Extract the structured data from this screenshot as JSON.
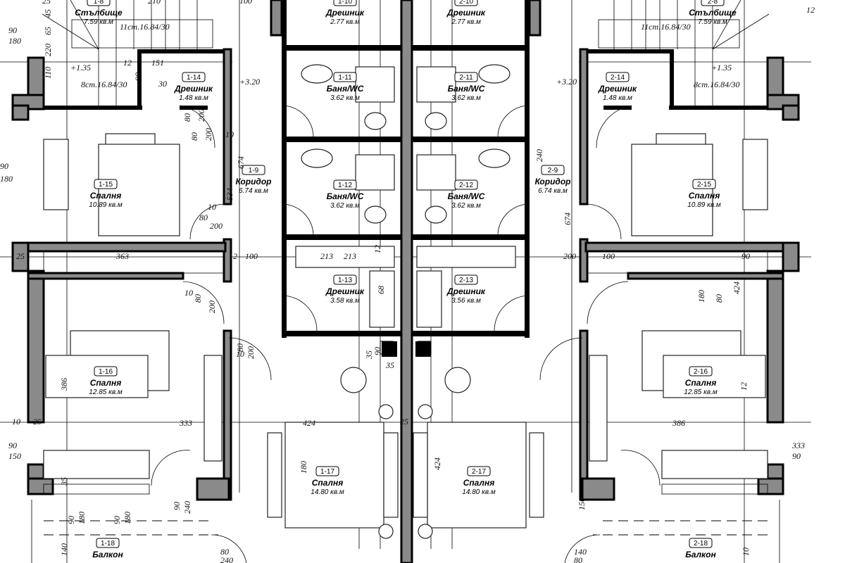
{
  "plan": {
    "rooms": [
      {
        "id": "1-8",
        "name": "Стълбище",
        "area": "7.59 кв.м"
      },
      {
        "id": "1-14",
        "name": "Дрешник",
        "area": "1.48 кв.м"
      },
      {
        "id": "1-9",
        "name": "Коридор",
        "area": "6.74 кв.м"
      },
      {
        "id": "1-10",
        "name": "Дрешник",
        "area": "2.77 кв.м"
      },
      {
        "id": "1-11",
        "name": "Баня/WC",
        "area": "3.62 кв.м"
      },
      {
        "id": "1-12",
        "name": "Баня/WC",
        "area": "3.62 кв.м"
      },
      {
        "id": "1-13",
        "name": "Дрешник",
        "area": "3.58 кв.м"
      },
      {
        "id": "1-15",
        "name": "Спалня",
        "area": "10.89 кв.м"
      },
      {
        "id": "1-16",
        "name": "Спалня",
        "area": "12.85 кв.м"
      },
      {
        "id": "1-17",
        "name": "Спалня",
        "area": "14.80 кв.м"
      },
      {
        "id": "1-18",
        "name": "Балкон",
        "area": ""
      },
      {
        "id": "2-8",
        "name": "Стълбище",
        "area": "7.59 кв.м"
      },
      {
        "id": "2-14",
        "name": "Дрешник",
        "area": "1.48 кв.м"
      },
      {
        "id": "2-9",
        "name": "Коридор",
        "area": "6.74 кв.м"
      },
      {
        "id": "2-10",
        "name": "Дрешник",
        "area": "2.77 кв.м"
      },
      {
        "id": "2-11",
        "name": "Баня/WC",
        "area": "3.62 кв.м"
      },
      {
        "id": "2-12",
        "name": "Баня/WC",
        "area": "3.62 кв.м"
      },
      {
        "id": "2-13",
        "name": "Дрешник",
        "area": "3.56 кв.м"
      },
      {
        "id": "2-15",
        "name": "Спалня",
        "area": "10.89 кв.м"
      },
      {
        "id": "2-16",
        "name": "Спалня",
        "area": "12.85 кв.м"
      },
      {
        "id": "2-17",
        "name": "Спалня",
        "area": "14.80 кв.м"
      },
      {
        "id": "2-18",
        "name": "Балкон",
        "area": ""
      }
    ],
    "notes": [
      "11ст.16.84/30",
      "8ст.16.84/30",
      "+1.35",
      "+3.20",
      "11ст.16.84/30",
      "8ст.16.84/30",
      "+1.35",
      "+3.20"
    ],
    "dimensions": [
      "90",
      "180",
      "110",
      "220",
      "65",
      "45",
      "25",
      "210",
      "100",
      "12",
      "151",
      "98",
      "80",
      "200",
      "30",
      "80",
      "200",
      "10",
      "674",
      "534",
      "10",
      "80",
      "200",
      "90",
      "180",
      "363",
      "25",
      "100",
      "12",
      "10",
      "80",
      "200",
      "80",
      "200",
      "10",
      "386",
      "333",
      "10",
      "25",
      "90",
      "150",
      "35",
      "90",
      "240",
      "90",
      "180",
      "90",
      "180",
      "140",
      "80",
      "240",
      "213",
      "12",
      "25",
      "213",
      "68",
      "35",
      "35",
      "424",
      "90",
      "180",
      "424",
      "90",
      "180",
      "80",
      "200",
      "100",
      "12",
      "386",
      "333",
      "90",
      "150",
      "240",
      "674",
      "424",
      "12",
      "10",
      "140",
      "80",
      "240"
    ]
  }
}
